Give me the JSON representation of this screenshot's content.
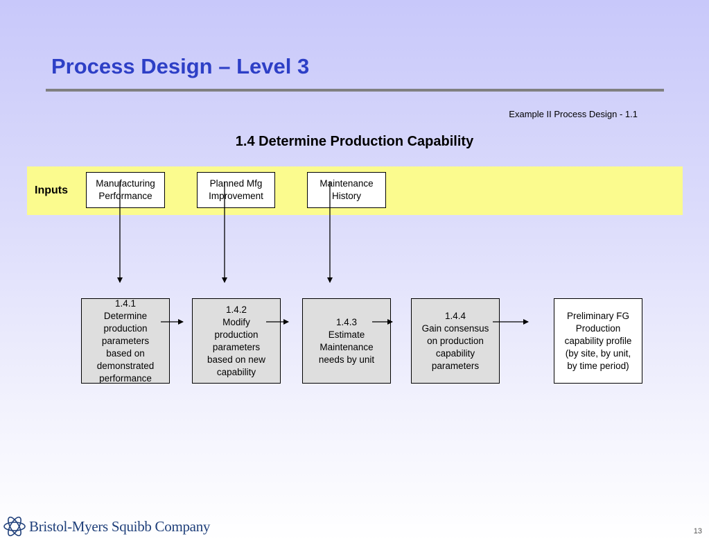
{
  "slide": {
    "title": "Process Design – Level 3",
    "example_label": "Example  II Process Design - 1.1",
    "subtitle": "1.4  Determine Production Capability",
    "page_number": "13"
  },
  "inputs": {
    "label": "Inputs",
    "boxes": [
      {
        "line1": "Manufacturing",
        "line2": "Performance"
      },
      {
        "line1": "Planned Mfg",
        "line2": "Improvement"
      },
      {
        "line1": "Maintenance",
        "line2": "History"
      }
    ]
  },
  "process": [
    {
      "lines": [
        "1.4.1",
        "Determine",
        "production",
        "parameters",
        "based on",
        "demonstrated",
        "performance"
      ]
    },
    {
      "lines": [
        "1.4.2",
        "Modify",
        "production",
        "parameters",
        "based on new",
        "capability"
      ]
    },
    {
      "lines": [
        "1.4.3",
        "Estimate",
        "Maintenance",
        "needs by unit"
      ]
    },
    {
      "lines": [
        "1.4.4",
        "Gain consensus",
        "on production",
        "capability",
        "parameters"
      ]
    }
  ],
  "output": {
    "lines": [
      "Preliminary FG",
      "Production",
      "capability profile",
      "(by site, by unit,",
      "by time period)"
    ]
  },
  "footer": {
    "company": "Bristol-Myers Squibb Company",
    "logo_icon": "bms-logo-icon"
  },
  "colors": {
    "title": "#2d3fc6",
    "inputs_band": "#fbfb8e",
    "process_box": "#dedede"
  }
}
